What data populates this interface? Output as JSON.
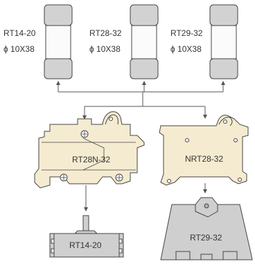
{
  "fuses": [
    {
      "model": "RT14-20",
      "size": "ϕ 10X38"
    },
    {
      "model": "RT28-32",
      "size": "ϕ 10X38"
    },
    {
      "model": "RT29-32",
      "size": "ϕ 10X38"
    }
  ],
  "holders": [
    {
      "label": "RT28N-32"
    },
    {
      "label": "NRT28-32"
    }
  ],
  "bases": [
    {
      "label": "RT14-20"
    },
    {
      "label": "RT29-32"
    }
  ],
  "colors": {
    "holder_fill": "#f5ebd0",
    "base_fill": "#cfcfcf",
    "fuse_cap": "#cfcfcf",
    "fuse_body": "#ffffff",
    "line": "#555555"
  }
}
